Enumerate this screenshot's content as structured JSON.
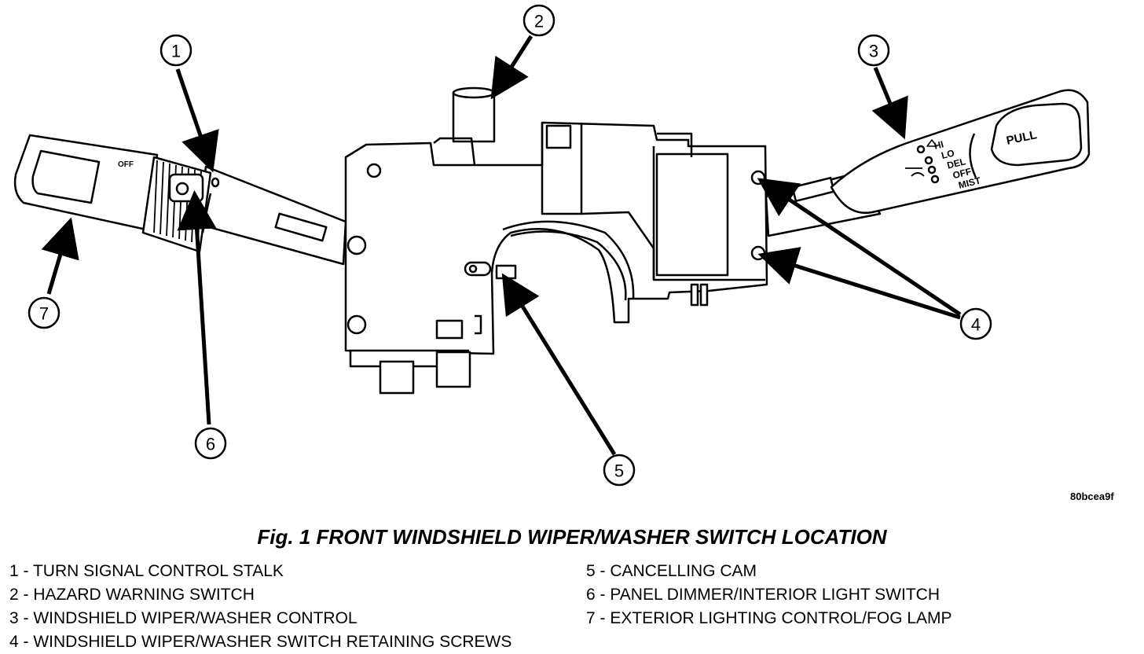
{
  "figure": {
    "title": "Fig. 1 FRONT WINDSHIELD WIPER/WASHER SWITCH LOCATION",
    "image_code": "80bcea9f"
  },
  "callouts": [
    "1",
    "2",
    "3",
    "4",
    "5",
    "6",
    "7"
  ],
  "stalk_labels": {
    "wiper_modes": [
      "HI",
      "LO",
      "DEL",
      "OFF",
      "MIST"
    ],
    "pull": "PULL",
    "off": "OFF"
  },
  "legend": {
    "left": [
      "1 - TURN SIGNAL CONTROL STALK",
      "2 - HAZARD WARNING SWITCH",
      "3 - WINDSHIELD WIPER/WASHER CONTROL",
      "4 - WINDSHIELD WIPER/WASHER SWITCH RETAINING SCREWS"
    ],
    "right": [
      "5 - CANCELLING CAM",
      "6 - PANEL DIMMER/INTERIOR LIGHT SWITCH",
      "7 - EXTERIOR LIGHTING CONTROL/FOG LAMP"
    ]
  }
}
